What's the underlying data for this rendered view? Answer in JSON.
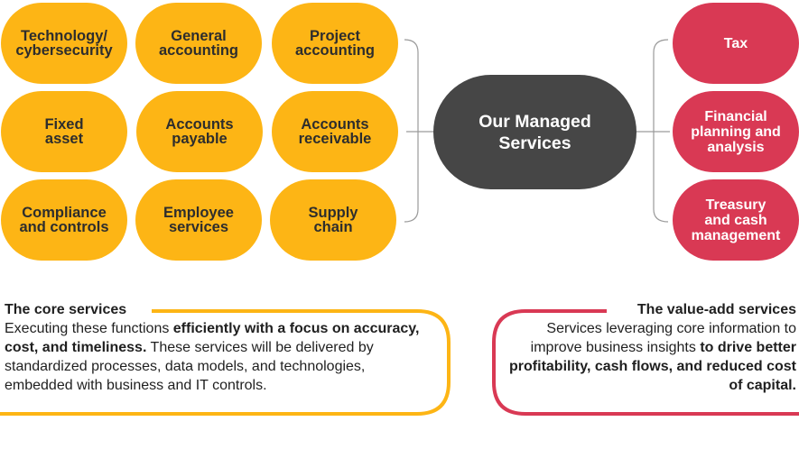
{
  "center": {
    "label": "Our Managed\nServices",
    "color": "#464646"
  },
  "core_services": {
    "color": "#fdb515",
    "items": [
      {
        "label": "Technology/\ncybersecurity"
      },
      {
        "label": "General\naccounting"
      },
      {
        "label": "Project\naccounting"
      },
      {
        "label": "Fixed\nasset"
      },
      {
        "label": "Accounts\npayable"
      },
      {
        "label": "Accounts\nreceivable"
      },
      {
        "label": "Compliance\nand controls"
      },
      {
        "label": "Employee\nservices"
      },
      {
        "label": "Supply\nchain"
      }
    ],
    "box": {
      "title": "The core services",
      "text_1": "Executing these functions ",
      "text_bold": "efficiently with a focus on accuracy, cost, and timeliness.",
      "text_2": " These services will be delivered by standardized processes, data models, and technologies, embedded with business and IT controls."
    }
  },
  "value_add_services": {
    "color": "#d93954",
    "items": [
      {
        "label": "Tax"
      },
      {
        "label": "Financial\nplanning and\nanalysis"
      },
      {
        "label": "Treasury\nand cash\nmanagement"
      }
    ],
    "box": {
      "title": "The value-add services",
      "text_1": "Services leveraging core information to improve business insights ",
      "text_bold": "to drive better profitability, cash flows, and reduced cost of capital."
    }
  }
}
